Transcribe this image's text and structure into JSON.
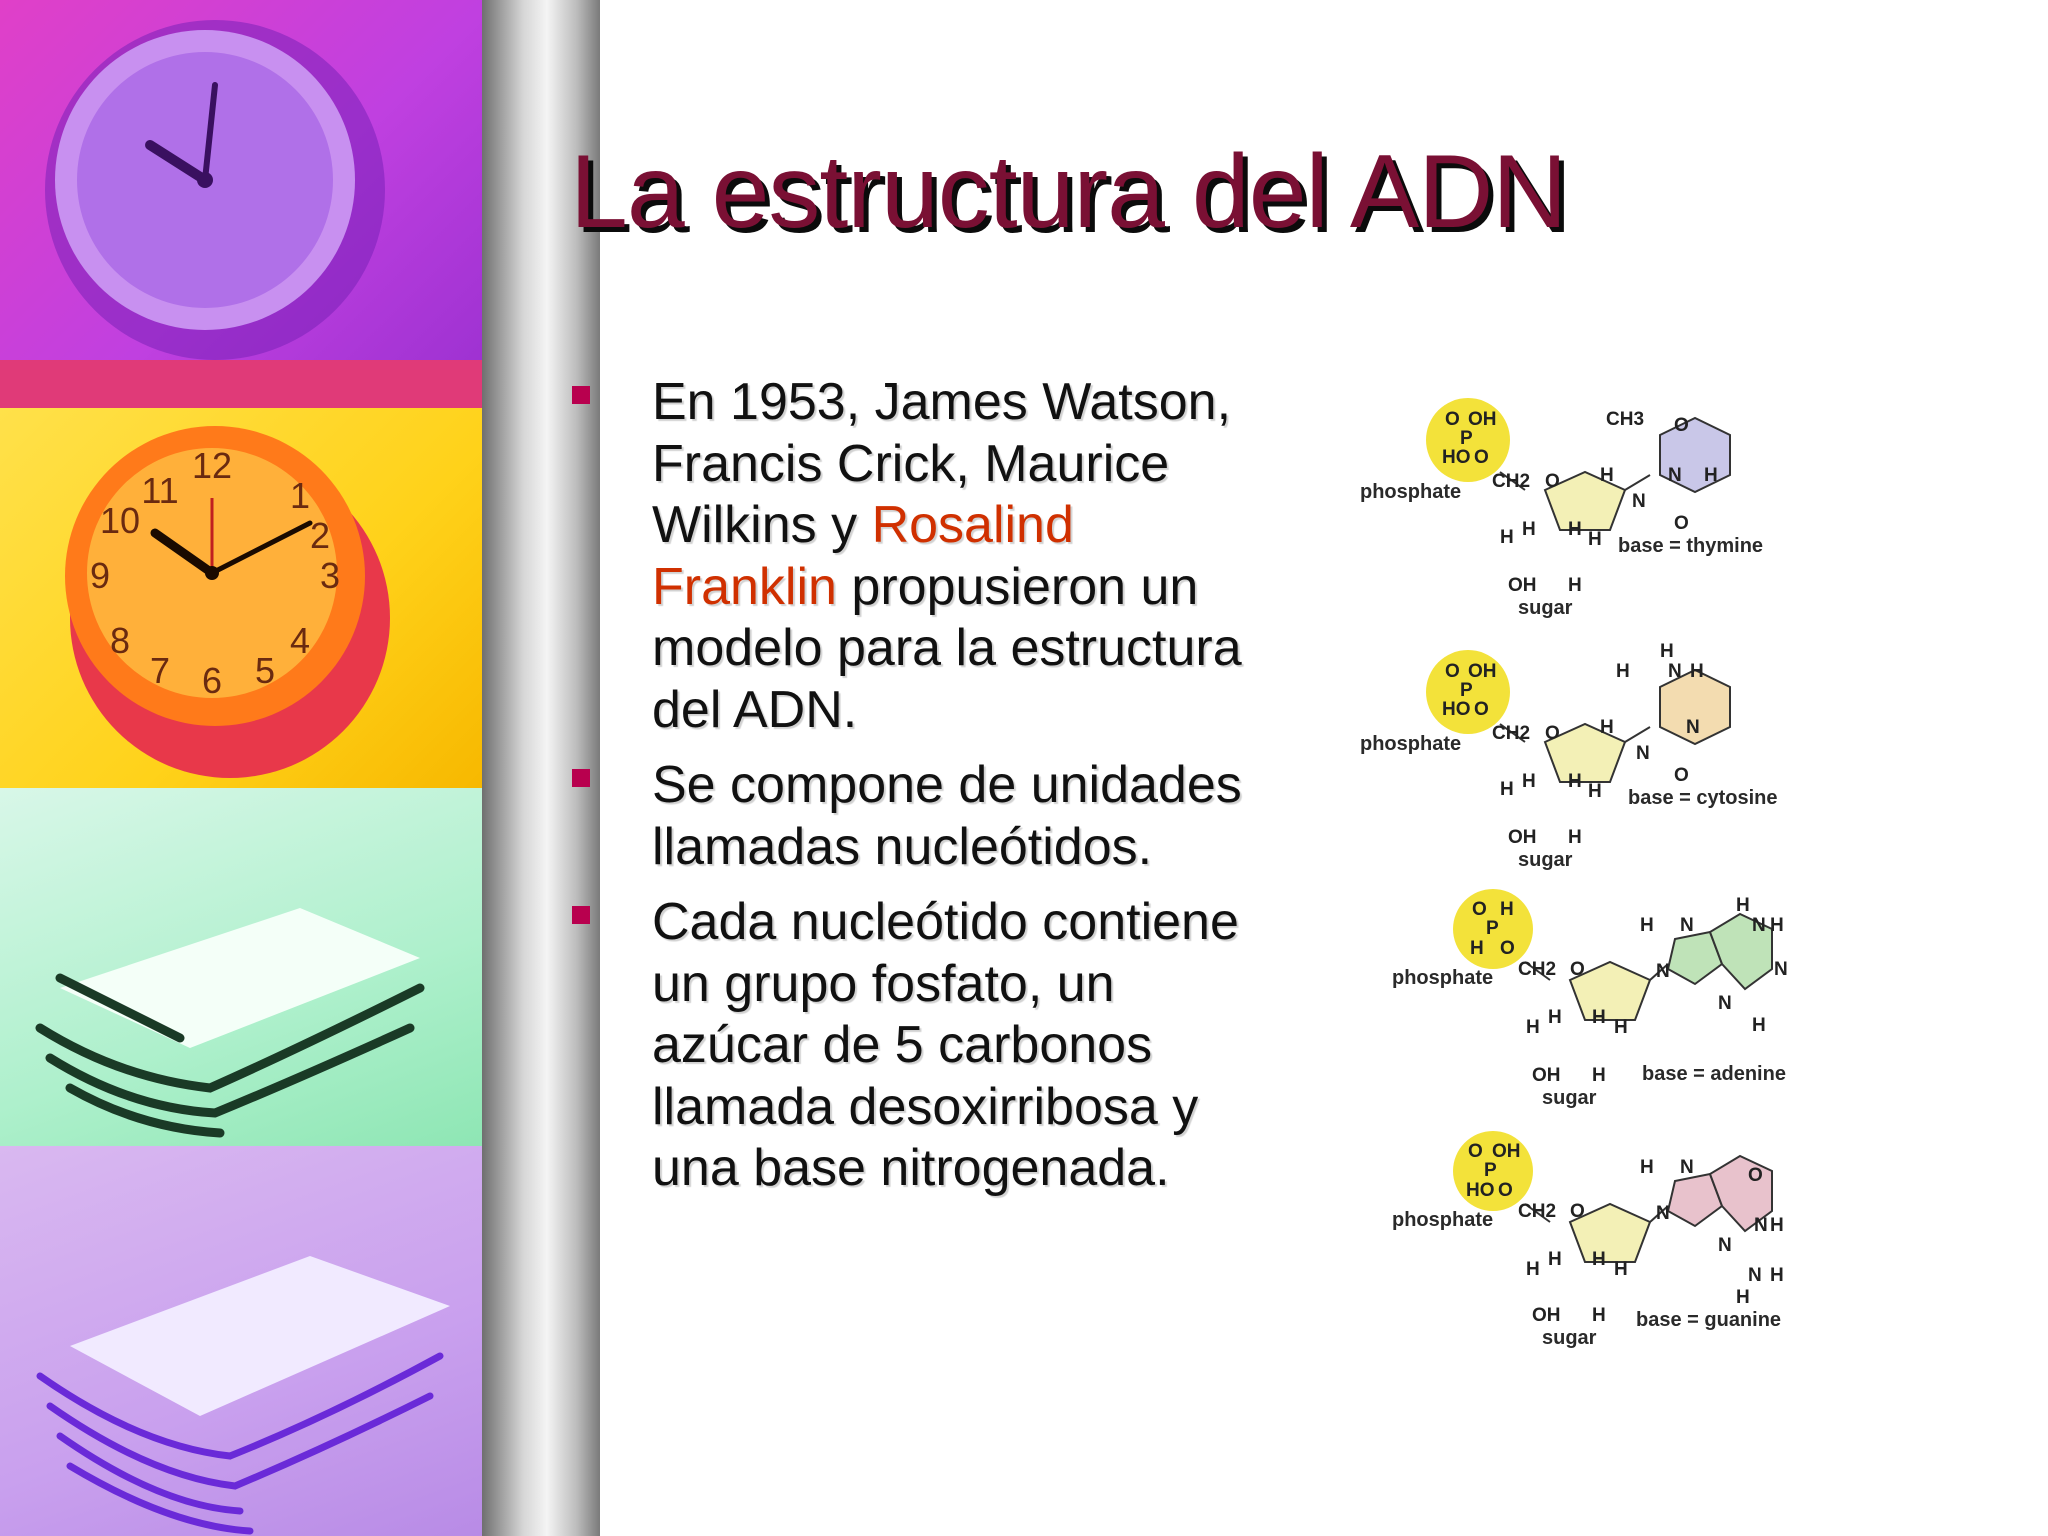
{
  "slide": {
    "title": "La estructura del ADN",
    "accent_color": "#7a1034",
    "bullet_color": "#b8004e",
    "highlight_color": "#d03000",
    "bullets": [
      {
        "before": "En 1953, James Watson, Francis Crick, Maurice Wilkins y",
        "highlight": "Rosalind Franklin",
        "after": "propusieron un modelo para la estructura del ADN."
      },
      {
        "text": "Se compone de unidades llamadas nucleótidos."
      },
      {
        "text": "Cada nucleótido contiene un grupo fosfato, un azúcar de 5 carbonos llamada desoxirribosa y una base nitrogenada."
      }
    ]
  },
  "decor": {
    "panels": [
      "clock-panel",
      "clock-panel",
      "papers-panel",
      "papers-panel"
    ]
  },
  "diagram": {
    "nucleotides": [
      {
        "phosphate_label": "phosphate",
        "sugar_label": "sugar",
        "base_label": "base = thymine",
        "phosphate_atoms": [
          "O",
          "OH",
          "P",
          "HO",
          "O"
        ],
        "sugar_atoms": [
          "CH2",
          "O",
          "H",
          "H",
          "H",
          "H",
          "OH",
          "H"
        ],
        "base_atoms": [
          "CH3",
          "O",
          "H",
          "N",
          "H",
          "N",
          "O"
        ],
        "base_color": "#c9c7e8"
      },
      {
        "phosphate_label": "phosphate",
        "sugar_label": "sugar",
        "base_label": "base = cytosine",
        "phosphate_atoms": [
          "O",
          "OH",
          "P",
          "HO",
          "O"
        ],
        "sugar_atoms": [
          "CH2",
          "O",
          "H",
          "H",
          "H",
          "H",
          "OH",
          "H"
        ],
        "base_atoms": [
          "H",
          "H",
          "N",
          "H",
          "H",
          "N",
          "N",
          "O"
        ],
        "base_color": "#f3dcb0"
      },
      {
        "phosphate_label": "phosphate",
        "sugar_label": "sugar",
        "base_label": "base = adenine",
        "phosphate_atoms": [
          "O",
          "H",
          "P",
          "H",
          "O"
        ],
        "sugar_atoms": [
          "CH2",
          "O",
          "H",
          "H",
          "H",
          "H",
          "OH",
          "H"
        ],
        "base_atoms": [
          "H",
          "N",
          "H",
          "N",
          "H",
          "N",
          "N",
          "N",
          "H"
        ],
        "base_color": "#bfe3b8"
      },
      {
        "phosphate_label": "phosphate",
        "sugar_label": "sugar",
        "base_label": "base = guanine",
        "phosphate_atoms": [
          "O",
          "OH",
          "P",
          "HO",
          "O"
        ],
        "sugar_atoms": [
          "CH2",
          "O",
          "H",
          "H",
          "H",
          "H",
          "OH",
          "H"
        ],
        "base_atoms": [
          "H",
          "N",
          "O",
          "N",
          "N",
          "H",
          "N",
          "N",
          "H",
          "H"
        ],
        "base_color": "#e8c2cc"
      }
    ]
  }
}
